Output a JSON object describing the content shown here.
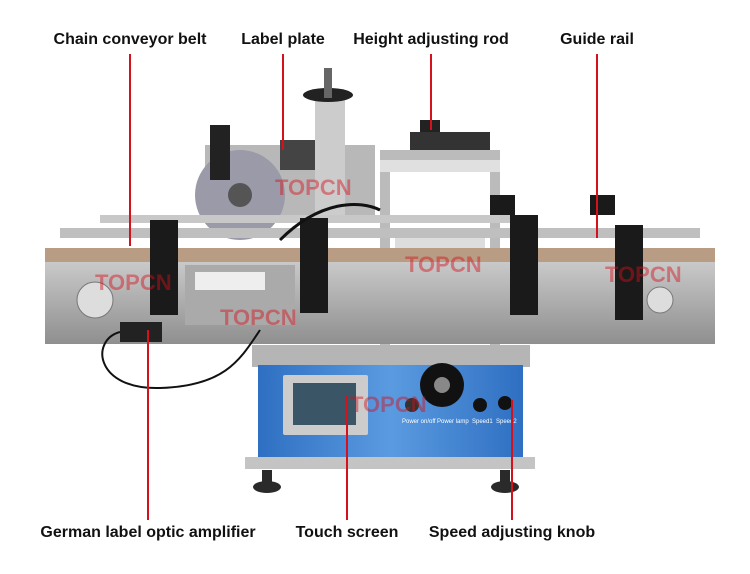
{
  "callouts": {
    "top": [
      {
        "label": "Chain conveyor belt"
      },
      {
        "label": "Label plate"
      },
      {
        "label": "Height adjusting rod"
      },
      {
        "label": "Guide rail"
      }
    ],
    "bottom": [
      {
        "label": "German label optic amplifier"
      },
      {
        "label": "Touch screen"
      },
      {
        "label": "Speed adjusting knob"
      }
    ]
  },
  "watermark": "TOPCN",
  "control_panel": {
    "switches": [
      "Power on/off",
      "Power lamp",
      "Speed1",
      "Speed2"
    ]
  },
  "colors": {
    "accent": "#d4111c",
    "cabinet": "#3b7fd0",
    "steel": "#a9a9a9"
  }
}
